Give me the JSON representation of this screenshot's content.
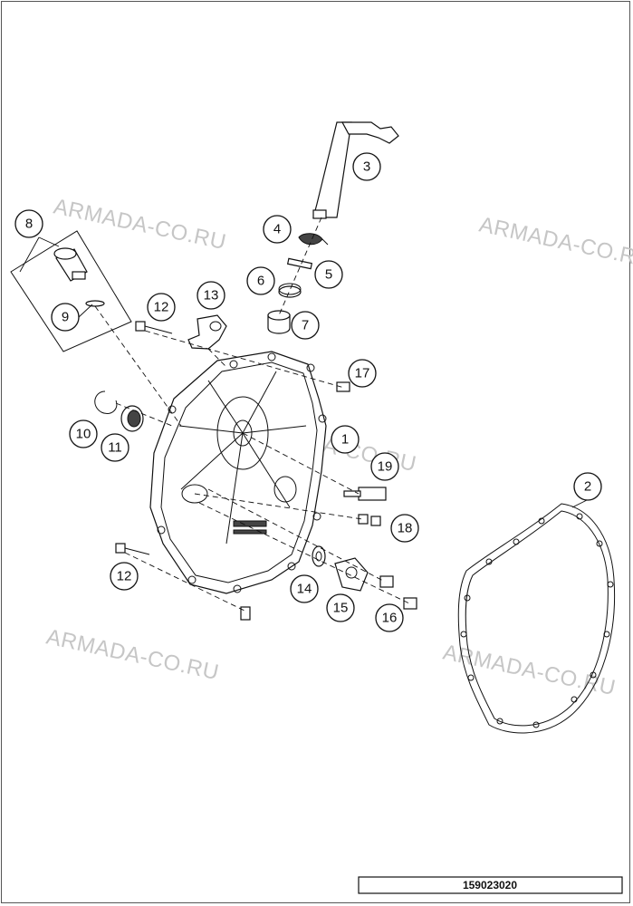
{
  "watermark_text": "ARMADA-CO.RU",
  "diagram_id": "159023020",
  "callouts": {
    "c1": "1",
    "c2": "2",
    "c3": "3",
    "c4": "4",
    "c5": "5",
    "c6": "6",
    "c7": "7",
    "c8": "8",
    "c9": "9",
    "c10": "10",
    "c11": "11",
    "c12a": "12",
    "c12b": "12",
    "c13": "13",
    "c14": "14",
    "c15": "15",
    "c16": "16",
    "c17": "17",
    "c18": "18",
    "c19": "19"
  }
}
